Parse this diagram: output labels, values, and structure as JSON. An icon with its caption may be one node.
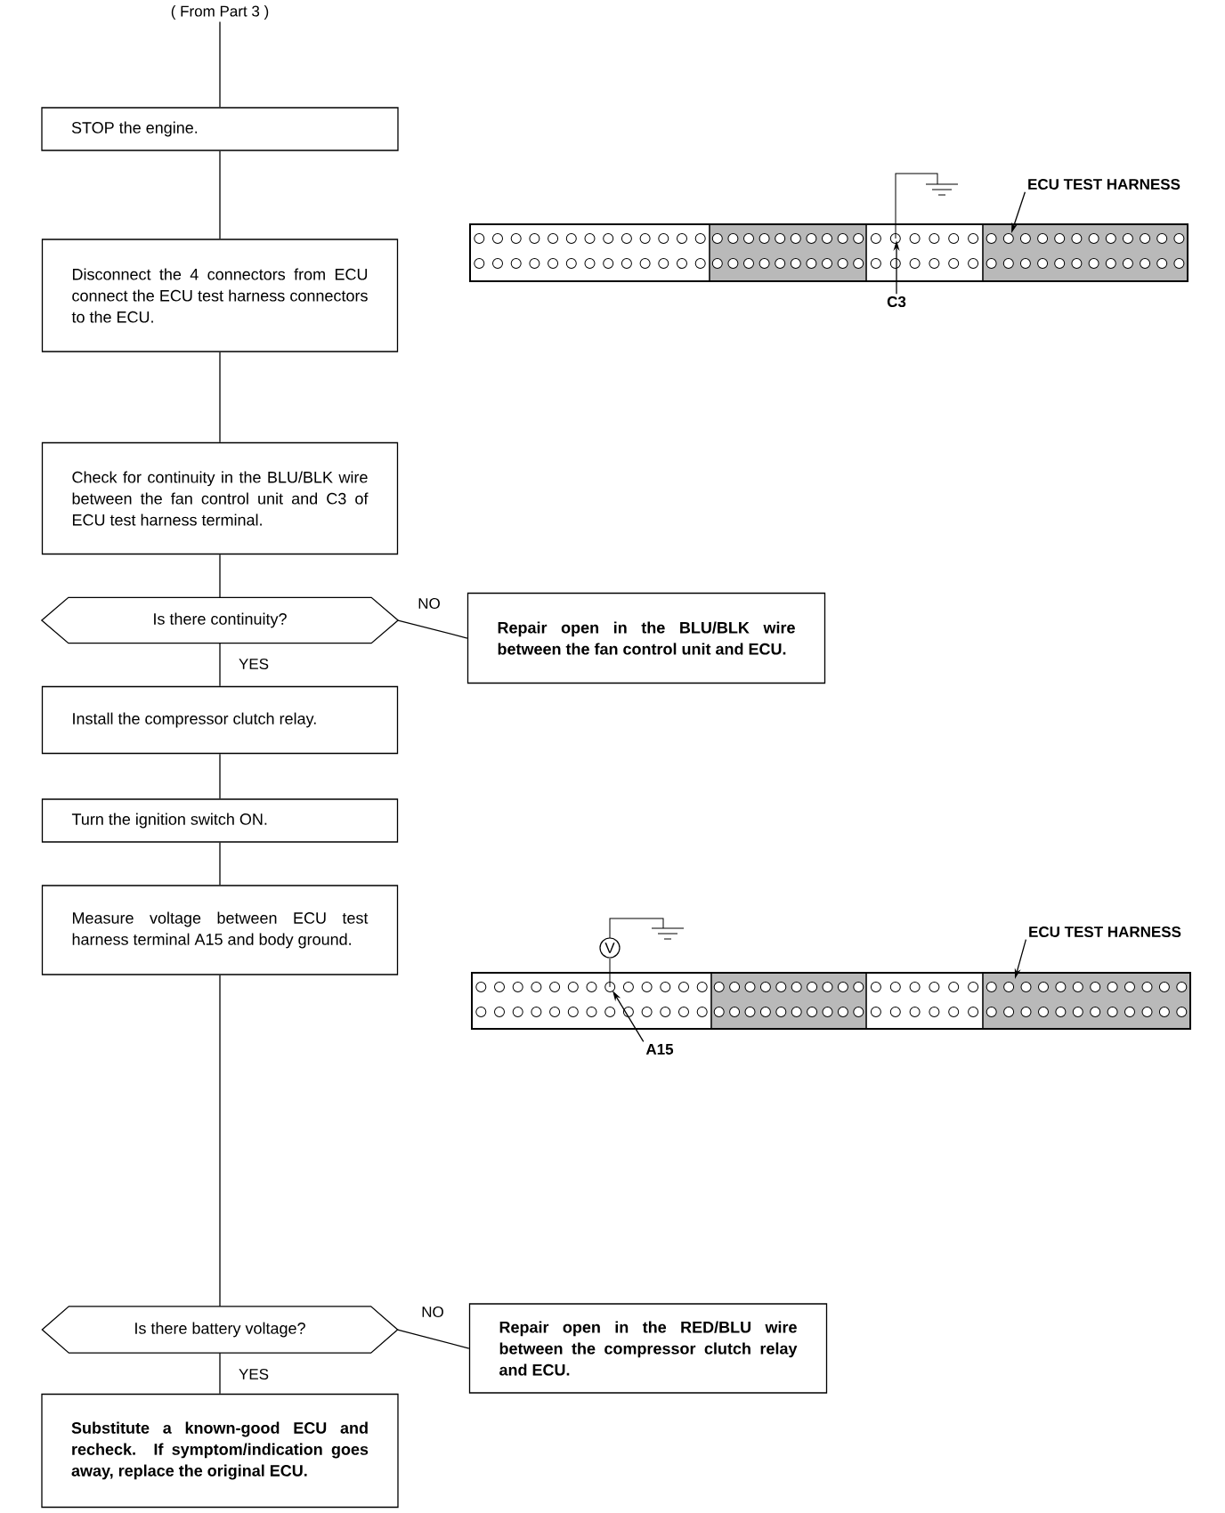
{
  "diagram": {
    "nodes": [
      {
        "text": [
          "( From Part 3 )"
        ]
      },
      {
        "text": [
          "STOP the engine."
        ]
      },
      {
        "text": [
          "Disconnect the 4 connectors from ECU connect the ECU test harness connectors to the ECU."
        ]
      },
      {
        "text": [
          "Check for continuity in the BLU/BLK wire between the fan control unit and C3 of ECU test harness terminal."
        ]
      },
      {
        "text": [
          "Is there continuity?"
        ]
      },
      {
        "text": [
          "Repair open in the BLU/BLK wire between the fan control unit and ECU."
        ]
      },
      {
        "text": [
          "Install the compressor clutch relay."
        ]
      },
      {
        "text": [
          "Turn the ignition switch ON."
        ]
      },
      {
        "text": [
          "Measure voltage between ECU test harness terminal A15 and body ground."
        ]
      },
      {
        "text": [
          "Is there battery voltage?"
        ]
      },
      {
        "text": [
          "Repair open in the RED/BLU wire between the compressor clutch relay and ECU."
        ]
      },
      {
        "text": [
          "Substitute a known-good ECU and recheck. If symptom/indication goes away, replace the original ECU."
        ]
      },
      {
        "text": [
          "ECU TEST HARNESS"
        ]
      },
      {
        "text": [
          "C3"
        ]
      },
      {
        "text": [
          "ECU TEST HARNESS"
        ]
      },
      {
        "text": [
          "A15"
        ]
      }
    ],
    "edges": [
      {
        "from": 0,
        "to": 1,
        "arrow": "none"
      },
      {
        "from": 1,
        "to": 2,
        "arrow": "none"
      },
      {
        "from": 2,
        "to": 3,
        "arrow": "none"
      },
      {
        "from": 3,
        "to": 4,
        "arrow": "none"
      },
      {
        "from": 4,
        "to": 5,
        "arrow": "none",
        "label": "NO"
      },
      {
        "from": 4,
        "to": 6,
        "arrow": "none",
        "label": "YES"
      },
      {
        "from": 6,
        "to": 7,
        "arrow": "none"
      },
      {
        "from": 7,
        "to": 8,
        "arrow": "none"
      },
      {
        "from": 8,
        "to": 9,
        "arrow": "none"
      },
      {
        "from": 9,
        "to": 10,
        "arrow": "none",
        "label": "NO"
      },
      {
        "from": 9,
        "to": 11,
        "arrow": "none",
        "label": "YES"
      },
      {
        "from": 12,
        "to": null,
        "arrow": "to"
      },
      {
        "from": 13,
        "to": null,
        "arrow": "to"
      },
      {
        "from": 14,
        "to": null,
        "arrow": "to"
      },
      {
        "from": 15,
        "to": null,
        "arrow": "to"
      }
    ],
    "labels": [
      "V"
    ]
  }
}
